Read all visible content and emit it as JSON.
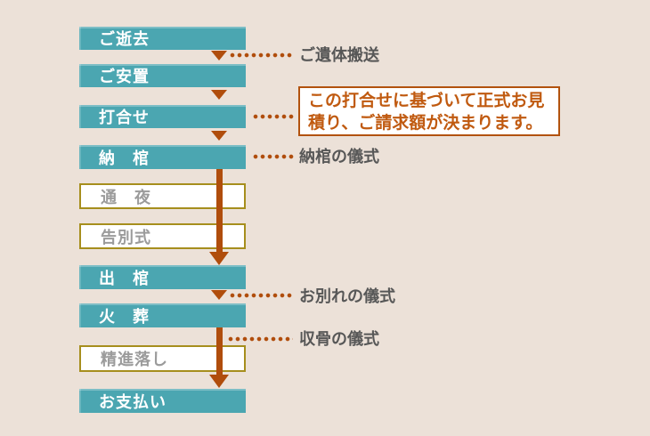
{
  "colors": {
    "bg": "#ece1d8",
    "teal": "#4ba6b1",
    "brown": "#b04d0c",
    "box-text": "#ffffff",
    "box-bg": "#ffffff",
    "optional-border": "#a68e1d",
    "optional-text": "#9b9b9b",
    "note-text": "#575757",
    "callout-bg": "#ffffff",
    "callout-border": "#b2520e",
    "callout-text": "#c05a10"
  },
  "diagram": {
    "steps": [
      {
        "label": "ご逝去",
        "type": "main"
      },
      {
        "label": "ご安置",
        "type": "main"
      },
      {
        "label": "打合せ",
        "type": "main"
      },
      {
        "label": "納　棺",
        "type": "main"
      },
      {
        "label": "通　夜",
        "type": "optional"
      },
      {
        "label": "告別式",
        "type": "optional"
      },
      {
        "label": "出　棺",
        "type": "main"
      },
      {
        "label": "火　葬",
        "type": "main"
      },
      {
        "label": "精進落し",
        "type": "optional"
      },
      {
        "label": "お支払い",
        "type": "main"
      }
    ],
    "annotations": [
      {
        "label": "ご遺体搬送"
      },
      {
        "label": "納棺の儀式"
      },
      {
        "label": "お別れの儀式"
      },
      {
        "label": "収骨の儀式"
      }
    ],
    "callout": {
      "lines": [
        "この打合せに基づいて正式お見",
        "積り、ご請求額が決まります。"
      ]
    }
  }
}
